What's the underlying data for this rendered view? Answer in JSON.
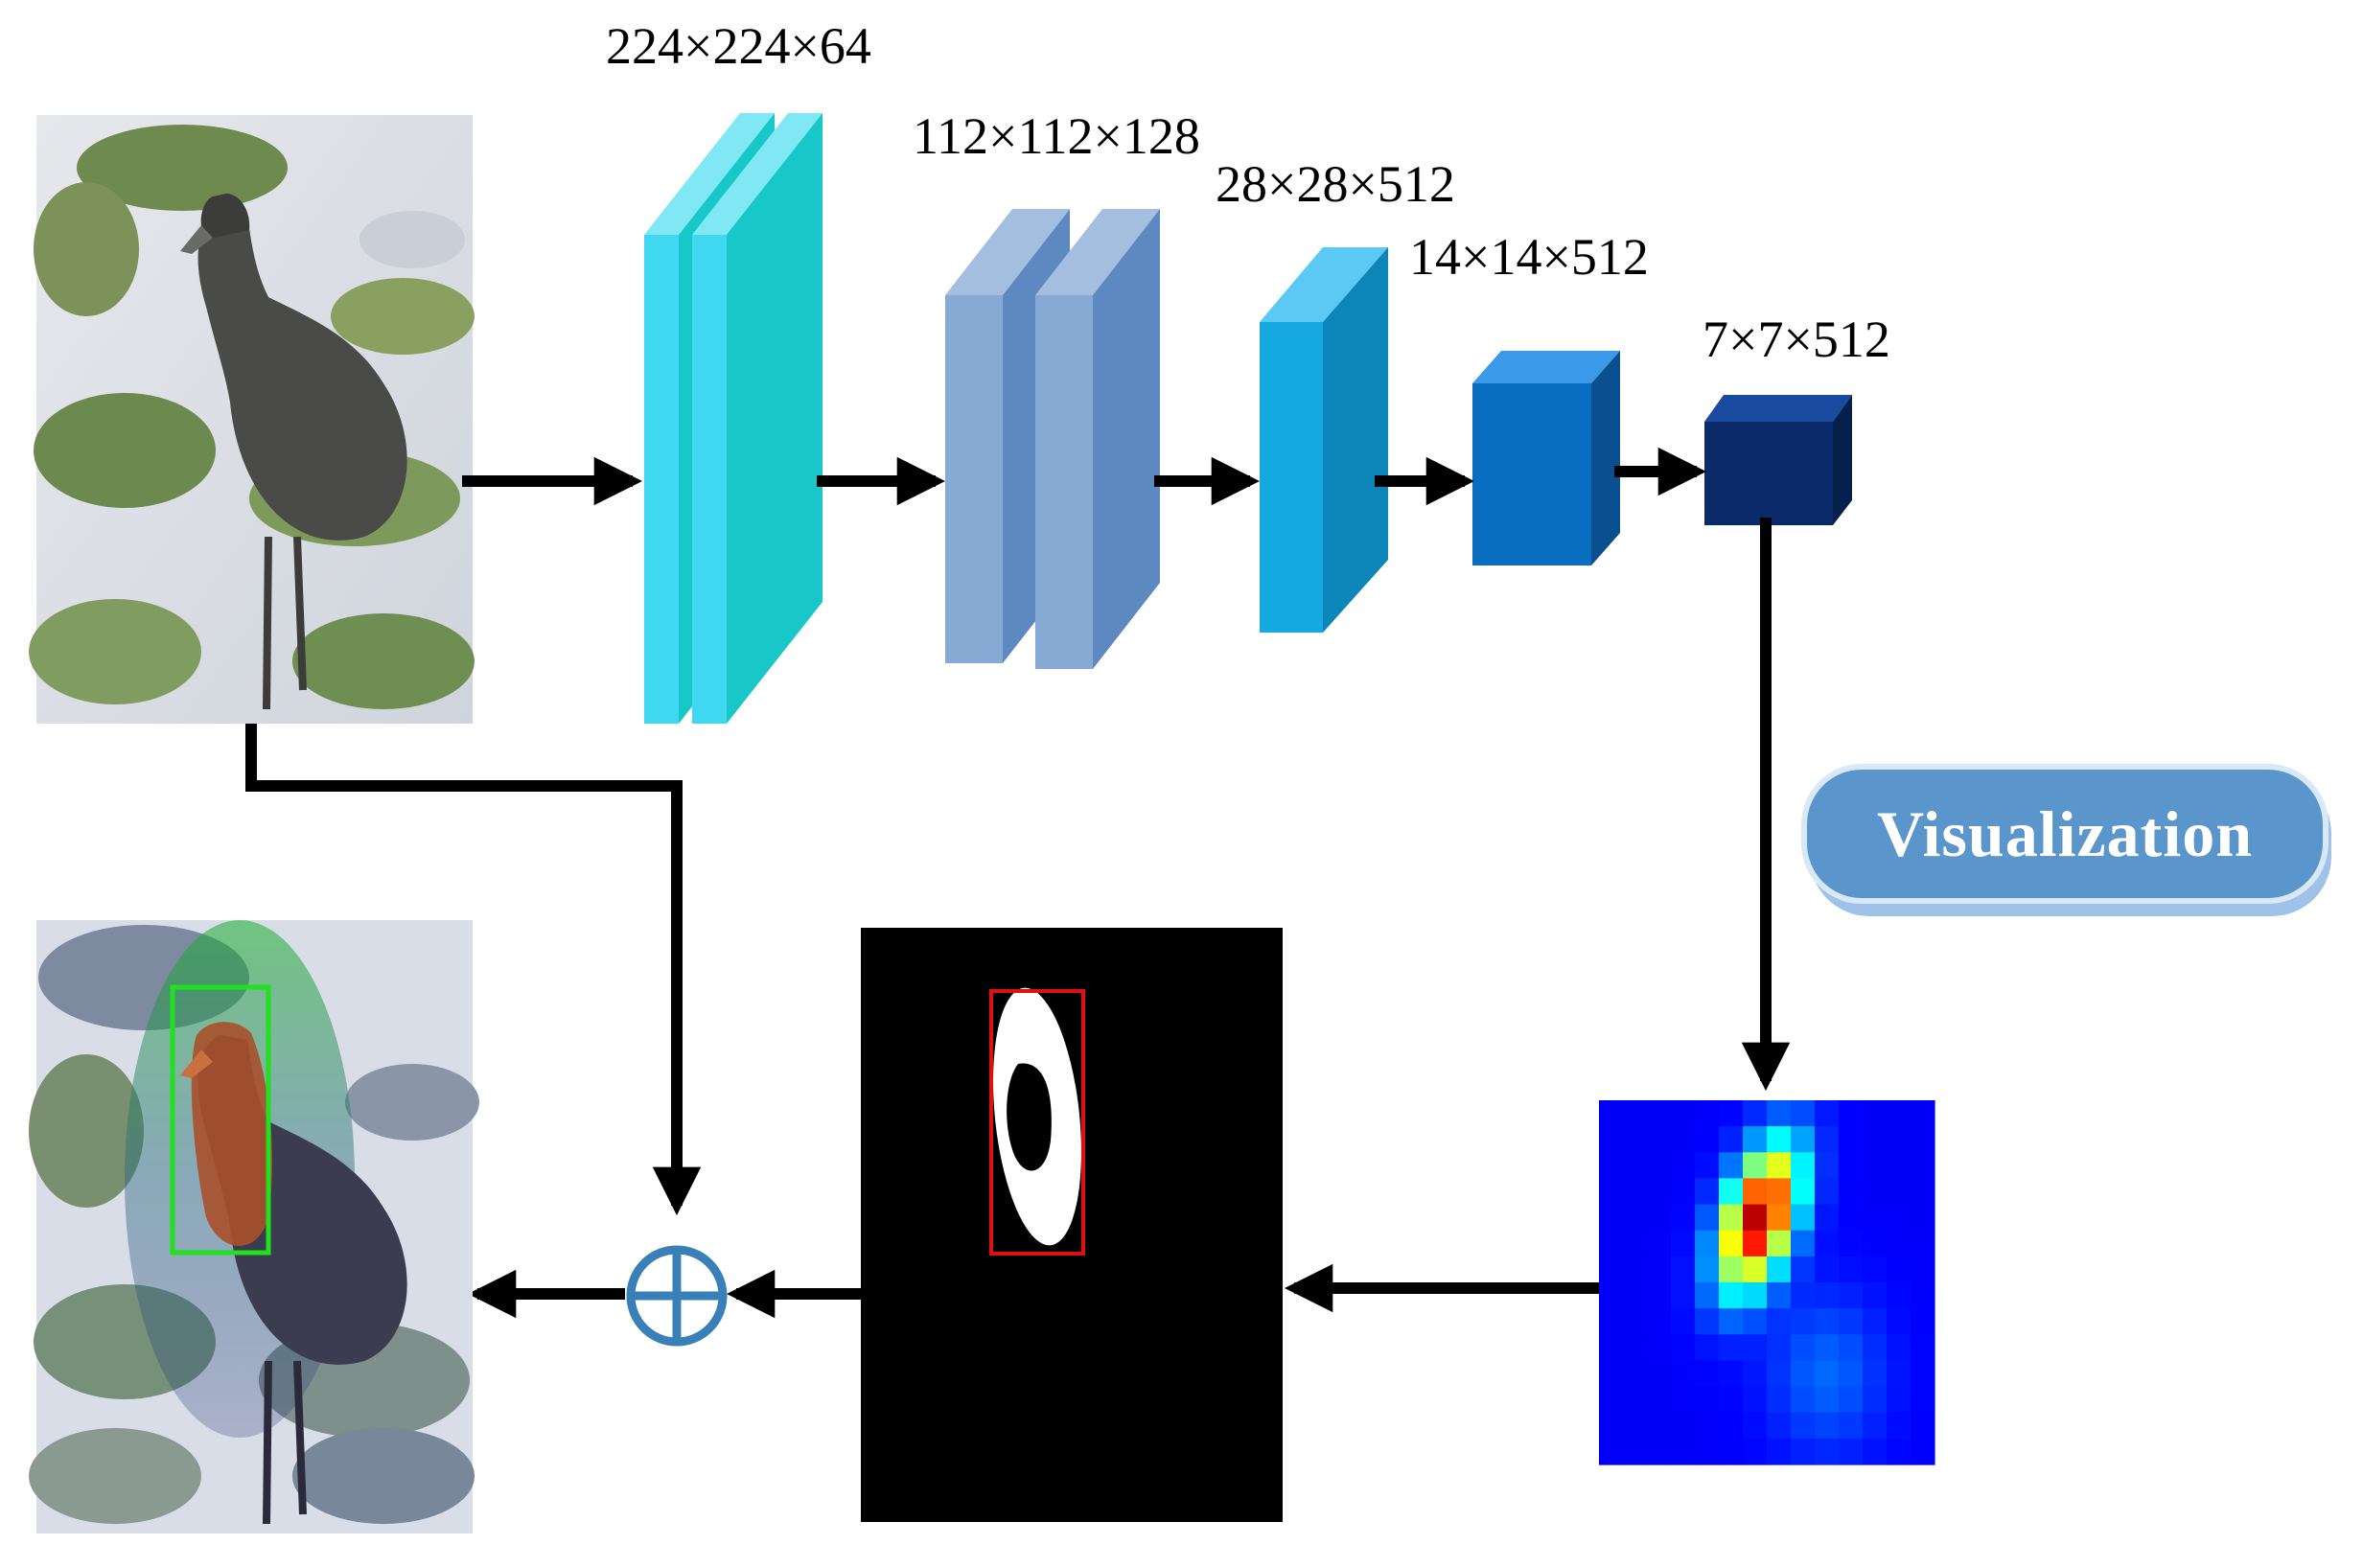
{
  "diagram": {
    "layer_labels": [
      "224×224×64",
      "112×112×128",
      "28×28×512",
      "14×14×512",
      "7×7×512"
    ],
    "visualization_label": "Visualization",
    "nodes": [
      {
        "name": "input-image",
        "depicts": "bird photo"
      },
      {
        "name": "conv-block-1",
        "depicts": "cyan double slab"
      },
      {
        "name": "conv-block-2",
        "depicts": "steel-blue double slab"
      },
      {
        "name": "conv-block-3",
        "depicts": "light-blue slab"
      },
      {
        "name": "conv-block-4",
        "depicts": "blue cube"
      },
      {
        "name": "conv-block-5",
        "depicts": "dark navy cube"
      },
      {
        "name": "heatmap",
        "depicts": "jet colormap activation map"
      },
      {
        "name": "binary-mask",
        "depicts": "black image with white ellipse and red box"
      },
      {
        "name": "fusion-operator",
        "depicts": "circled plus"
      },
      {
        "name": "output-image",
        "depicts": "bird photo with heatmap overlay and green box"
      }
    ],
    "colors": {
      "block1": "#18c8c8",
      "block2": "#6a96c8",
      "block3": "#16a8e0",
      "block4": "#0a6ec0",
      "block5": "#0a2a6a",
      "arrow": "#000000",
      "fusion": "#3a80b8",
      "viz_badge": "#5a96cc",
      "mask_box": "#e01010",
      "output_box": "#20e020"
    }
  }
}
